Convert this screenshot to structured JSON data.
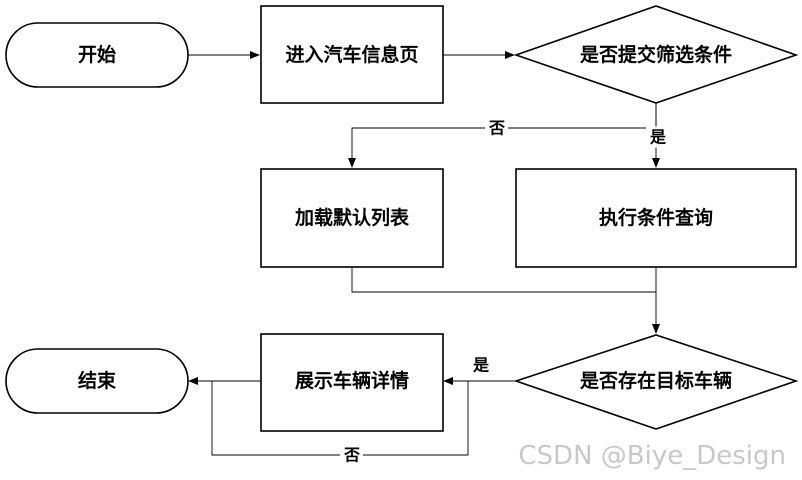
{
  "nodes": {
    "start": "开始",
    "enter_page": "进入汽车信息页",
    "submit_filter": "是否提交筛选条件",
    "load_default": "加载默认列表",
    "run_query": "执行条件查询",
    "has_target": "是否存在目标车辆",
    "show_detail": "展示车辆详情",
    "end": "结束"
  },
  "edges": {
    "submit_no": "否",
    "submit_yes": "是",
    "target_yes": "是",
    "target_no": "否"
  },
  "watermark": "CSDN @Biye_Design"
}
